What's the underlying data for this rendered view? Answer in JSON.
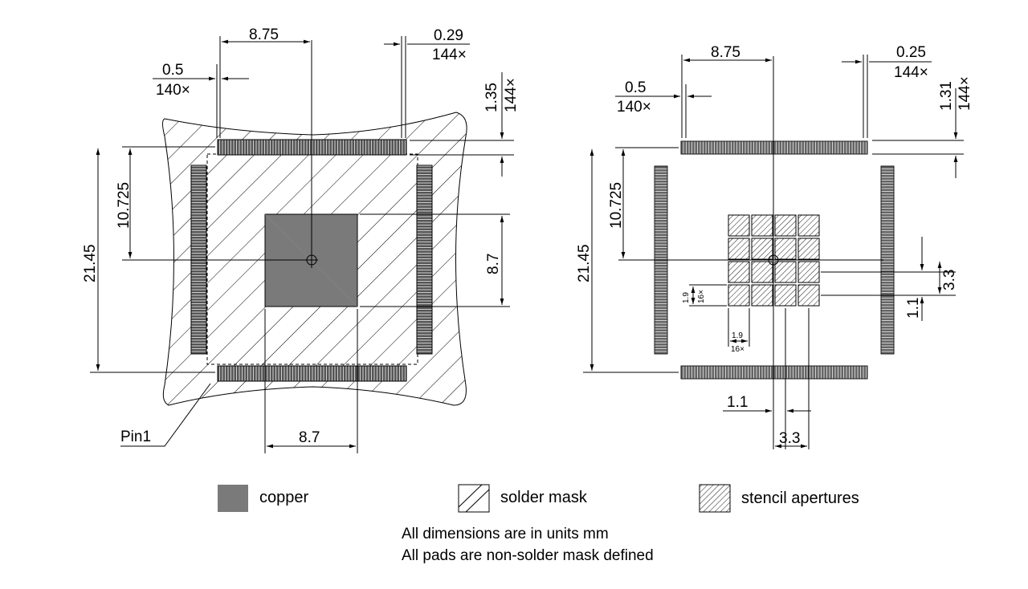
{
  "left_view": {
    "dims": {
      "pad_pitch_width": "8.75",
      "pad_width": "0.29",
      "pad_width_count": "144×",
      "pitch": "0.5",
      "pitch_count": "140×",
      "pad_length": "1.35",
      "pad_length_count": "144×",
      "half_span": "10.725",
      "span": "21.45",
      "epad_height": "8.7",
      "epad_width": "8.7"
    },
    "pin1_label": "Pin1"
  },
  "right_view": {
    "dims": {
      "pad_pitch_width": "8.75",
      "pad_width": "0.25",
      "pad_width_count": "144×",
      "pitch": "0.5",
      "pitch_count": "140×",
      "pad_length": "1.31",
      "pad_length_count": "144×",
      "half_span": "10.725",
      "span": "21.45",
      "aperture_pitch_v": "3.3",
      "aperture_gap_v": "1.1",
      "aperture_size_v": "1.9",
      "aperture_count_v": "16×",
      "aperture_size_h": "1.9",
      "aperture_count_h": "16×",
      "aperture_gap_h": "1.1",
      "aperture_pitch_h": "3.3"
    }
  },
  "legend": {
    "copper": "copper",
    "solder_mask": "solder mask",
    "stencil": "stencil apertures"
  },
  "notes": {
    "units": "All dimensions are in units mm",
    "nsmd": "All pads are non-solder mask defined"
  },
  "colors": {
    "copper": "#7a7a7a",
    "line": "#000000"
  }
}
